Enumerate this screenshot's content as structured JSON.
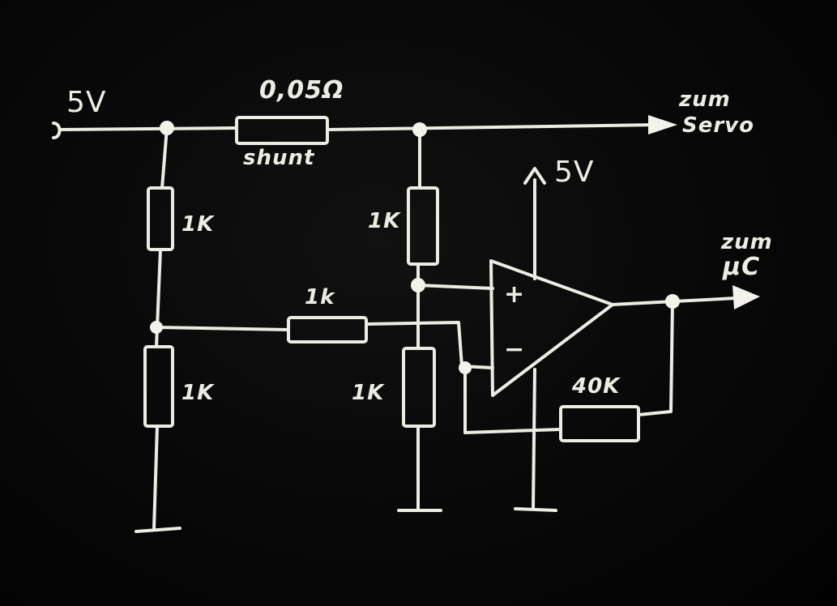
{
  "labels": {
    "supply_in": "5V",
    "shunt_value": "0,05Ω",
    "shunt_name": "shunt",
    "servo_to": "zum",
    "servo_name": "Servo",
    "opamp_supply": "5V",
    "mcu_to": "zum",
    "mcu_name": "µC",
    "r_left_top": "1K",
    "r_left_bottom": "1K",
    "r_right_top": "1K",
    "r_right_bottom": "1K",
    "r_middle": "1k",
    "r_feedback": "40K",
    "opamp_plus": "+",
    "opamp_minus": "−"
  }
}
